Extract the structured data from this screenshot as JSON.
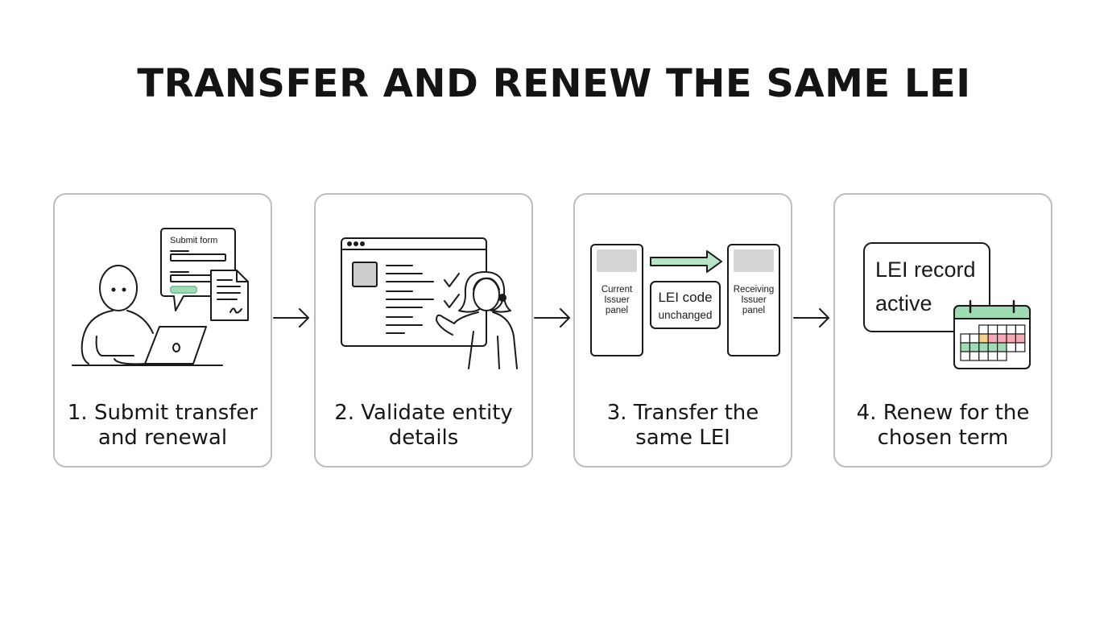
{
  "title": "TRANSFER AND RENEW THE SAME LEI",
  "colors": {
    "accent_green": "#9fdcb4",
    "border": "#bdbdbd",
    "ink": "#1a1a1a"
  },
  "steps": [
    {
      "caption_line1": "1. Submit transfer",
      "caption_line2": "and renewal",
      "form_label": "Submit form"
    },
    {
      "caption_line1": "2. Validate entity",
      "caption_line2": "details"
    },
    {
      "caption_line1": "3. Transfer the",
      "caption_line2": "same LEI",
      "current_l1": "Current",
      "current_l2": "Issuer",
      "current_l3": "panel",
      "code_l1": "LEI code",
      "code_l2": "unchanged",
      "receiving_l1": "Receiving",
      "receiving_l2": "Issuer",
      "receiving_l3": "panel"
    },
    {
      "caption_line1": "4. Renew for the",
      "caption_line2": "chosen term",
      "record_l1": "LEI record",
      "record_l2": "active"
    }
  ],
  "icons": [
    "person-laptop-icon",
    "form-bubble-icon",
    "document-icon",
    "browser-window-icon",
    "checkmark-icon",
    "support-agent-icon",
    "green-arrow-icon",
    "calendar-icon",
    "flow-arrow-icon"
  ]
}
